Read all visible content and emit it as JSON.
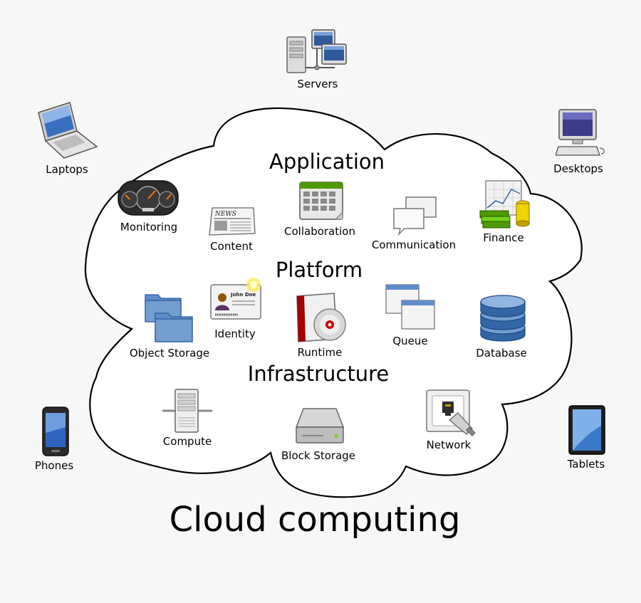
{
  "title": "Cloud computing",
  "sections": {
    "application": "Application",
    "platform": "Platform",
    "infrastructure": "Infrastructure"
  },
  "devices": {
    "servers": "Servers",
    "laptops": "Laptops",
    "desktops": "Desktops",
    "phones": "Phones",
    "tablets": "Tablets"
  },
  "application_items": {
    "monitoring": "Monitoring",
    "content": "Content",
    "collaboration": "Collaboration",
    "communication": "Communication",
    "finance": "Finance"
  },
  "platform_items": {
    "object_storage": "Object Storage",
    "identity": "Identity",
    "runtime": "Runtime",
    "queue": "Queue",
    "database": "Database"
  },
  "infrastructure_items": {
    "compute": "Compute",
    "block_storage": "Block Storage",
    "network": "Network"
  },
  "icon_text": {
    "news": "NEWS",
    "john_doe": "John Doe"
  },
  "icons": {
    "servers": "servers-icon",
    "laptops": "laptop-icon",
    "desktops": "desktop-icon",
    "phones": "phone-icon",
    "tablets": "tablet-icon",
    "monitoring": "dashboard-gauge-icon",
    "content": "newspaper-icon",
    "collaboration": "calendar-icon",
    "communication": "speech-bubbles-icon",
    "finance": "money-chart-icon",
    "object_storage": "folders-icon",
    "identity": "id-card-icon",
    "runtime": "package-disc-icon",
    "queue": "windows-stack-icon",
    "database": "database-icon",
    "compute": "server-tower-icon",
    "block_storage": "hard-drive-icon",
    "network": "network-jack-icon"
  },
  "colors": {
    "background": "#f7f7f7",
    "cloud_fill": "#ffffff",
    "cloud_stroke": "#000000",
    "accent_blue": "#3465a4"
  }
}
